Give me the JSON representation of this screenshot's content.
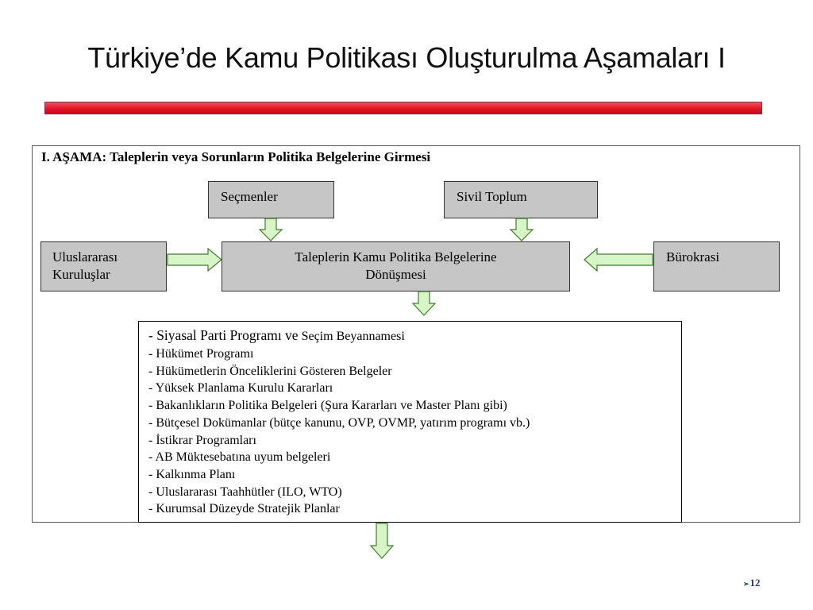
{
  "slide": {
    "title": "Türkiye’de Kamu Politikası Oluşturulma Aşamaları I",
    "page_number": "12",
    "page_marker": "➢"
  },
  "diagram": {
    "stage_heading": "I. AŞAMA: Taleplerin veya Sorunların Politika Belgelerine Girmesi",
    "boxes": {
      "secmenler": "Seçmenler",
      "sivil_toplum": "Sivil Toplum",
      "uluslararasi_line1": "Uluslararası",
      "uluslararasi_line2": "Kuruluşlar",
      "center_line1": "Taleplerin Kamu Politika Belgelerine",
      "center_line2": "Dönüşmesi",
      "burokrasi": "Bürokrasi"
    },
    "documents": {
      "first_prefix": "- Siyasal Parti Programı ve",
      "first_suffix": " Seçim Beyannamesi",
      "items": [
        "- Hükümet Programı",
        "- Hükümetlerin Önceliklerini Gösteren Belgeler",
        "- Yüksek Planlama Kurulu Kararları",
        "- Bakanlıkların Politika Belgeleri (Şura Kararları ve Master Planı gibi)",
        "- Bütçesel Dokümanlar (bütçe kanunu, OVP, OVMP, yatırım programı vb.)",
        "- İstikrar Programları",
        "- AB Müktesebatına uyum belgeleri",
        "- Kalkınma Planı",
        "- Uluslararası Taahhütler (ILO, WTO)",
        "- Kurumsal Düzeyde Stratejik Planlar"
      ]
    },
    "colors": {
      "box_fill": "#c6c6c6",
      "arrow_fill": "#d8f5c8",
      "arrow_stroke": "#3f7a2f",
      "title_bar": "#e0102a"
    }
  }
}
